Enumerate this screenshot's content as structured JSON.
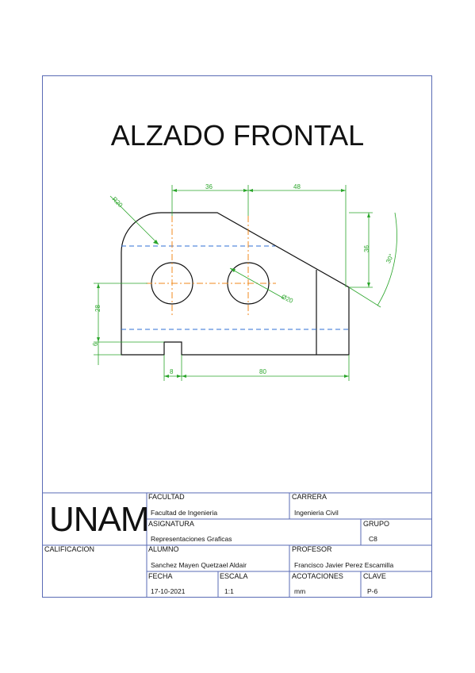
{
  "title": "ALZADO FRONTAL",
  "dimensions": {
    "d36_top": "36",
    "d48_top": "48",
    "r20": "R20",
    "d36_right": "36",
    "angle": "30°",
    "dia20": "Ø20",
    "d28": "28",
    "d6": "6",
    "d8": "8",
    "d80": "80"
  },
  "title_block": {
    "logo": "UNAM",
    "facultad_label": "FACULTAD",
    "facultad_value": "Facultad de Ingenieria",
    "carrera_label": "CARRERA",
    "carrera_value": "Ingenieria Civil",
    "asignatura_label": "ASIGNATURA",
    "asignatura_value": "Representaciones Graficas",
    "grupo_label": "GRUPO",
    "grupo_value": "C8",
    "calificacion_label": "CALIFICACION",
    "alumno_label": "ALUMNO",
    "alumno_value": "Sanchez Mayen Quetzael Aldair",
    "profesor_label": "PROFESOR",
    "profesor_value": "Francisco Javier Perez Escamilla",
    "fecha_label": "FECHA",
    "fecha_value": "17-10-2021",
    "escala_label": "ESCALA",
    "escala_value": "1:1",
    "acotaciones_label": "ACOTACIONES",
    "acotaciones_value": "mm",
    "clave_label": "CLAVE",
    "clave_value": "P-6"
  },
  "colors": {
    "border": "#5a6bb5",
    "outline": "#111111",
    "dimension": "#2aa52a",
    "centerline": "#f08a1c",
    "hidden": "#2f6fd6"
  }
}
